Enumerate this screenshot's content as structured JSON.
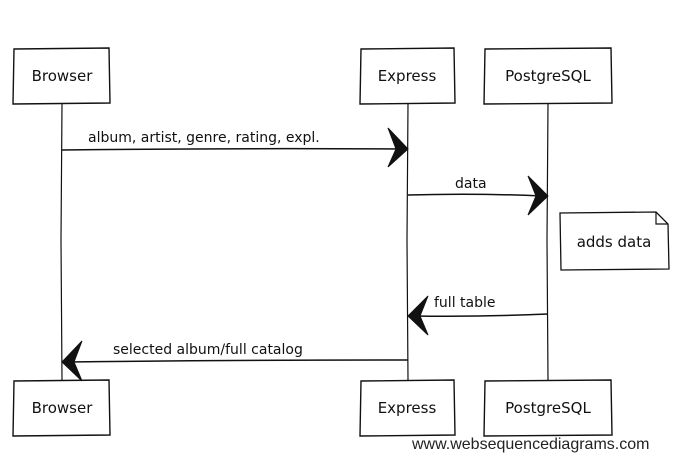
{
  "participants": {
    "browser": "Browser",
    "express": "Express",
    "postgres": "PostgreSQL"
  },
  "messages": [
    {
      "from": "browser",
      "to": "express",
      "label": "album, artist, genre, rating, expl."
    },
    {
      "from": "express",
      "to": "postgres",
      "label": "data"
    },
    {
      "from": "postgres",
      "to": "express",
      "label": "full table"
    },
    {
      "from": "express",
      "to": "browser",
      "label": "selected album/full catalog"
    }
  ],
  "note": {
    "over": "postgres",
    "text": "adds data"
  },
  "watermark": "www.websequencediagrams.com"
}
